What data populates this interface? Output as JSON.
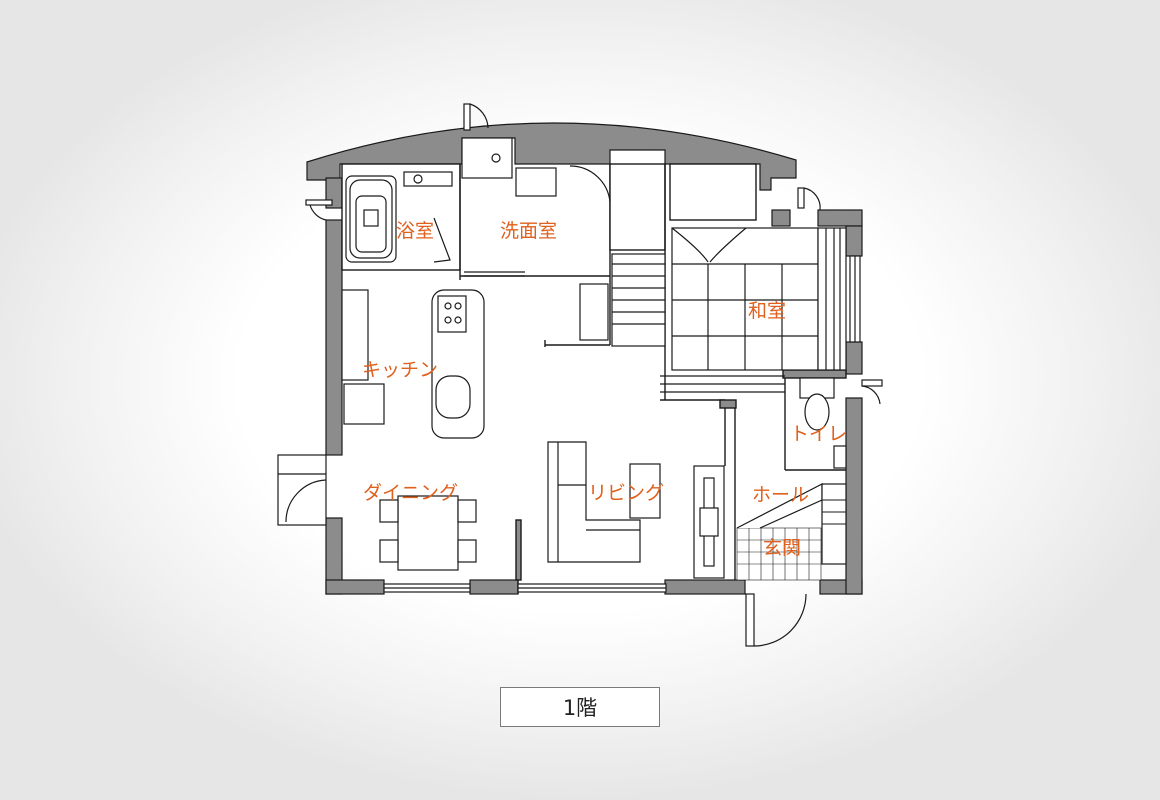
{
  "rooms": {
    "bath": "浴室",
    "washroom": "洗面室",
    "japanese_room": "和室",
    "kitchen": "キッチン",
    "toilet": "トイレ",
    "hall": "ホール",
    "dining": "ダイニング",
    "living": "リビング",
    "entrance": "玄関"
  },
  "caption": "1階",
  "colors": {
    "wall": "#8c8c8c",
    "label": "#e0601e",
    "line": "#1a1a1a"
  }
}
